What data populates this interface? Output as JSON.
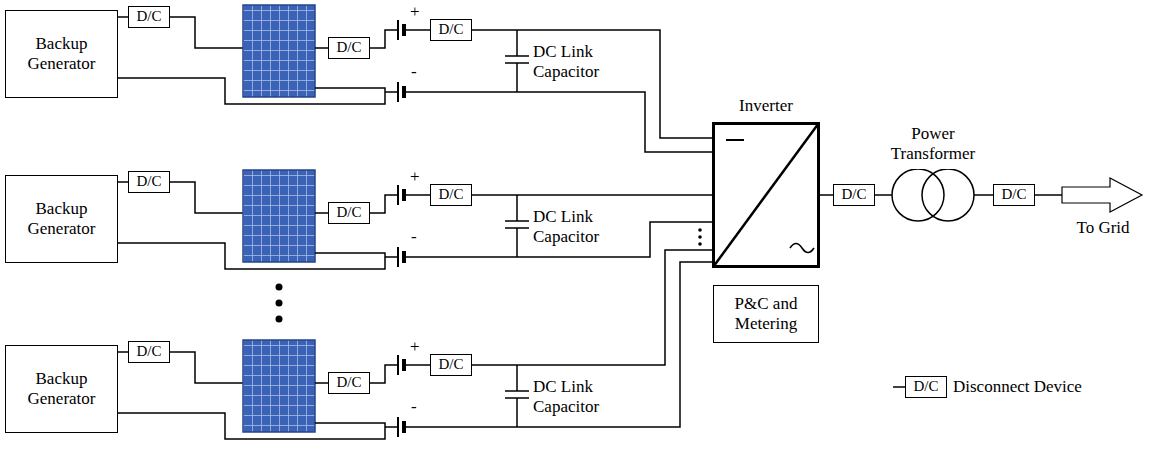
{
  "diagram": {
    "nodes": [
      {
        "text": [
          "Backup Generator"
        ]
      },
      {
        "text": [
          "D/C"
        ]
      },
      {
        "text": [
          "D/C"
        ]
      },
      {
        "text": [
          "D/C"
        ]
      },
      {
        "text": [
          "Backup Generator"
        ]
      },
      {
        "text": [
          "D/C"
        ]
      },
      {
        "text": [
          "D/C"
        ]
      },
      {
        "text": [
          "D/C"
        ]
      },
      {
        "text": [
          "Backup Generator"
        ]
      },
      {
        "text": [
          "D/C"
        ]
      },
      {
        "text": [
          "D/C"
        ]
      },
      {
        "text": [
          "D/C"
        ]
      },
      {
        "text": [
          "Inverter"
        ]
      },
      {
        "text": [
          "D/C"
        ]
      },
      {
        "text": [
          "Power Transformer"
        ]
      },
      {
        "text": [
          "D/C"
        ]
      },
      {
        "text": [
          "To Grid"
        ]
      },
      {
        "text": [
          "P&C and Metering"
        ]
      },
      {
        "text": [
          "D/C"
        ]
      }
    ],
    "edges": [
      {
        "from": 0,
        "to": 1,
        "arrow": "none"
      },
      {
        "from": 3,
        "to": 12,
        "arrow": "none"
      },
      {
        "from": 4,
        "to": 5,
        "arrow": "none"
      },
      {
        "from": 7,
        "to": 12,
        "arrow": "none"
      },
      {
        "from": 8,
        "to": 9,
        "arrow": "none"
      },
      {
        "from": 11,
        "to": 12,
        "arrow": "none"
      },
      {
        "from": 12,
        "to": 13,
        "arrow": "none"
      },
      {
        "from": 13,
        "to": 14,
        "arrow": "none"
      },
      {
        "from": 14,
        "to": 15,
        "arrow": "none"
      },
      {
        "from": 15,
        "to": 16,
        "arrow": "none"
      }
    ],
    "labels": [
      "+",
      "-",
      "DC Link Capacitor",
      "+",
      "-",
      "DC Link Capacitor",
      "+",
      "-",
      "DC Link Capacitor"
    ],
    "legend": [
      {
        "text": "Disconnect Device"
      }
    ]
  }
}
